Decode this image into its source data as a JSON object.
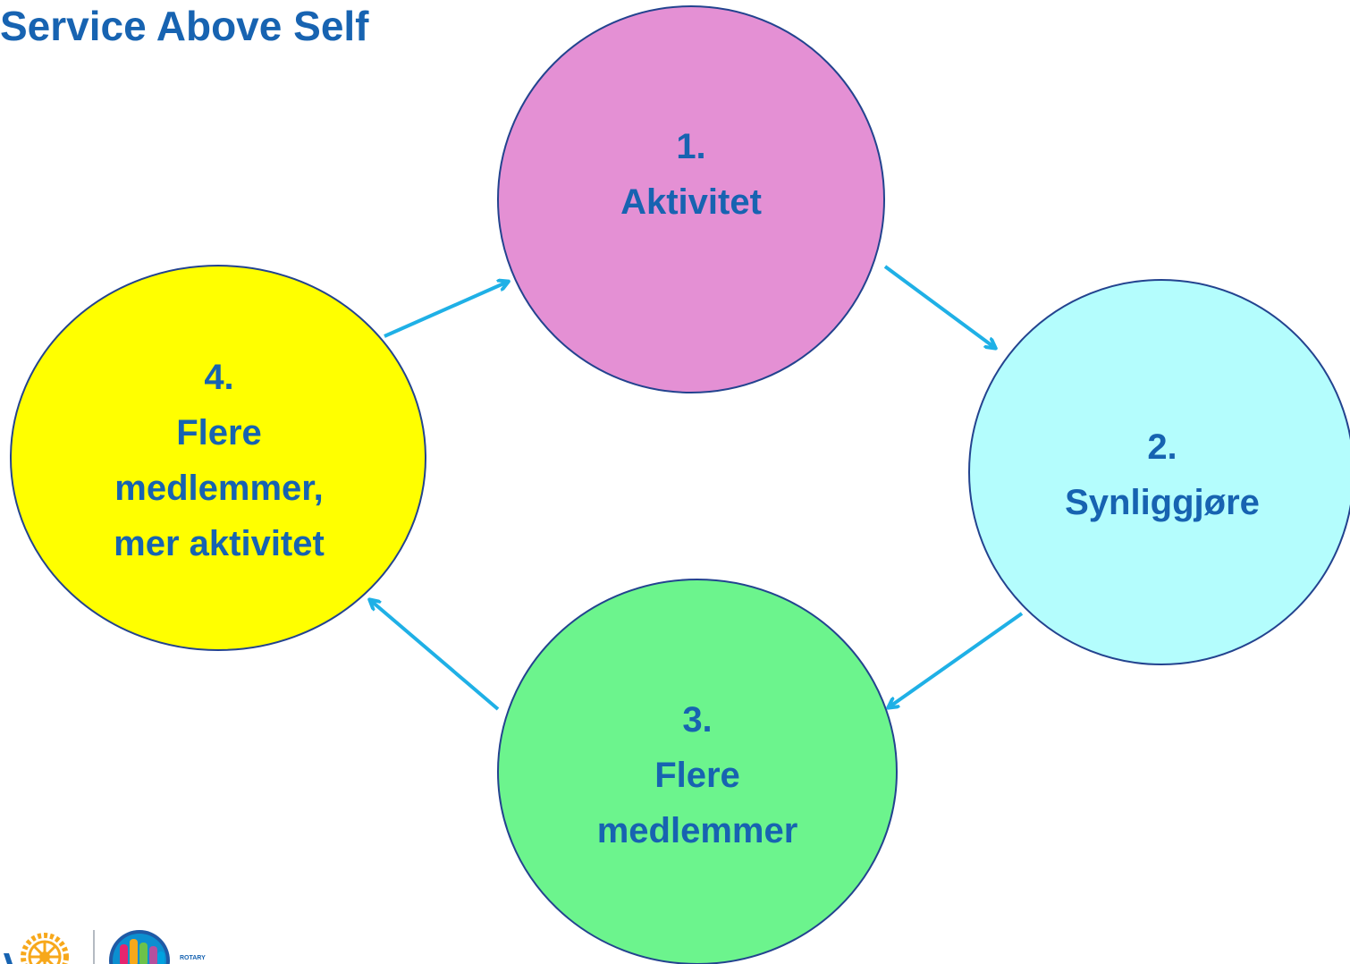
{
  "title": "Service Above Self",
  "colors": {
    "text": "#1763b1",
    "arrow": "#1fb0e6",
    "outline": "#23438f",
    "node_1_fill": "#e490d4",
    "node_2_fill": "#b4fdfd",
    "node_3_fill": "#6cf48d",
    "node_4_fill": "#ffff00"
  },
  "nodes": [
    {
      "id": "1",
      "number": "1.",
      "lines": [
        "Aktivitet"
      ]
    },
    {
      "id": "2",
      "number": "2.",
      "lines": [
        "Synliggjøre"
      ]
    },
    {
      "id": "3",
      "number": "3.",
      "lines": [
        "Flere",
        "medlemmer"
      ]
    },
    {
      "id": "4",
      "number": "4.",
      "lines": [
        "Flere",
        "medlemmer,",
        "mer aktivitet"
      ]
    }
  ],
  "edges": [
    {
      "from": "1",
      "to": "2"
    },
    {
      "from": "2",
      "to": "3"
    },
    {
      "from": "3",
      "to": "4"
    },
    {
      "from": "4",
      "to": "1"
    }
  ],
  "footer": {
    "logo_text": "ROTARY",
    "wordmark_text": "ROTARY"
  }
}
